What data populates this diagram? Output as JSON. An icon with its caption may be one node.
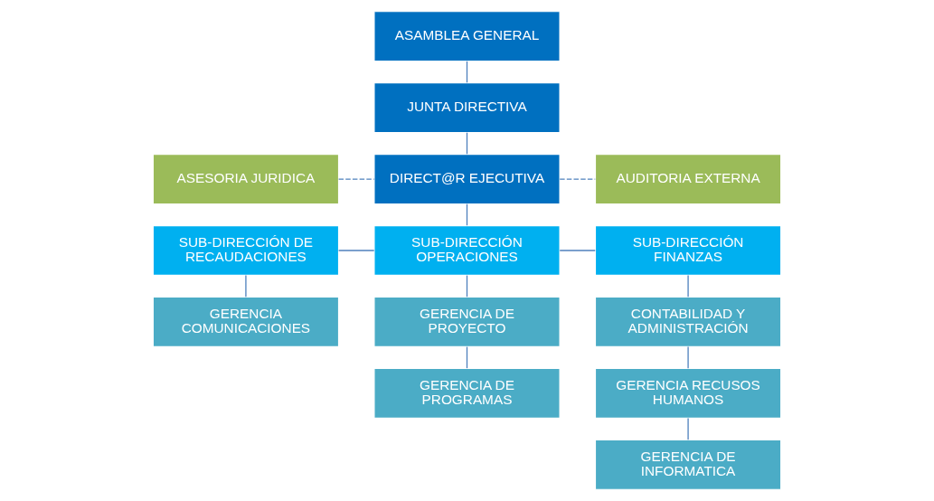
{
  "diagram": {
    "nodes": [
      {
        "text": [
          "ASAMBLEA GENERAL"
        ]
      },
      {
        "text": [
          "JUNTA DIRECTIVA"
        ]
      },
      {
        "text": [
          "ASESORIA JURIDICA"
        ]
      },
      {
        "text": [
          "DIRECT@R EJECUTIVA"
        ]
      },
      {
        "text": [
          "AUDITORIA EXTERNA"
        ]
      },
      {
        "text": [
          "SUB-DIRECCIÓN DE RECAUDACIONES"
        ]
      },
      {
        "text": [
          "SUB-DIRECCIÓN OPERACIONES"
        ]
      },
      {
        "text": [
          "SUB-DIRECCIÓN FINANZAS"
        ]
      },
      {
        "text": [
          "GERENCIA COMUNICACIONES"
        ]
      },
      {
        "text": [
          "GERENCIA DE PROYECTO"
        ]
      },
      {
        "text": [
          "CONTABILIDAD Y ADMINISTRACIÓN"
        ]
      },
      {
        "text": [
          "GERENCIA DE PROGRAMAS"
        ]
      },
      {
        "text": [
          "GERENCIA RECUSOS HUMANOS"
        ]
      },
      {
        "text": [
          "GERENCIA DE INFORMATICA"
        ]
      }
    ],
    "edges": [
      {
        "from": 0,
        "to": 1,
        "arrow": "none"
      },
      {
        "from": 1,
        "to": 3,
        "arrow": "none"
      },
      {
        "from": 2,
        "to": 3,
        "arrow": "none",
        "style": "dashed"
      },
      {
        "from": 3,
        "to": 4,
        "arrow": "none",
        "style": "dashed"
      },
      {
        "from": 3,
        "to": 6,
        "arrow": "none"
      },
      {
        "from": 5,
        "to": 6,
        "arrow": "none"
      },
      {
        "from": 6,
        "to": 7,
        "arrow": "none"
      },
      {
        "from": 5,
        "to": 8,
        "arrow": "none"
      },
      {
        "from": 6,
        "to": 9,
        "arrow": "none"
      },
      {
        "from": 9,
        "to": 11,
        "arrow": "none"
      },
      {
        "from": 7,
        "to": 10,
        "arrow": "none"
      },
      {
        "from": 10,
        "to": 12,
        "arrow": "none"
      },
      {
        "from": 12,
        "to": 13,
        "arrow": "none"
      }
    ]
  }
}
